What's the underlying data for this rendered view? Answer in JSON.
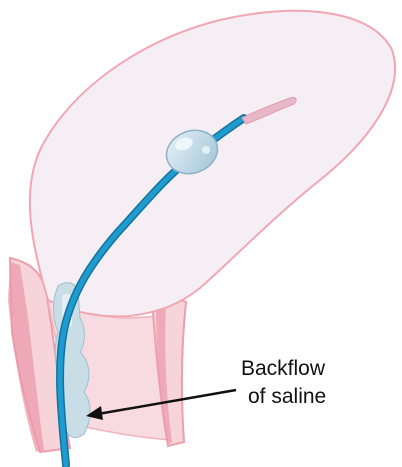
{
  "annotation": {
    "line1": "Backflow",
    "line2": "of saline"
  },
  "colors": {
    "uterus_fill": "#f5eef4",
    "uterus_outline": "#f2a6b2",
    "cervix_fill": "#f7d3da",
    "cervix_shade": "#ee9fae",
    "catheter": "#1f9ccf",
    "catheter_edge": "#13739c",
    "saline": "#c9dde7",
    "balloon": "#b9d4e2",
    "arrow": "#111111"
  },
  "icons": {
    "catheter": "catheter-tube",
    "balloon": "inflated-balloon",
    "arrow": "pointer-arrow"
  }
}
